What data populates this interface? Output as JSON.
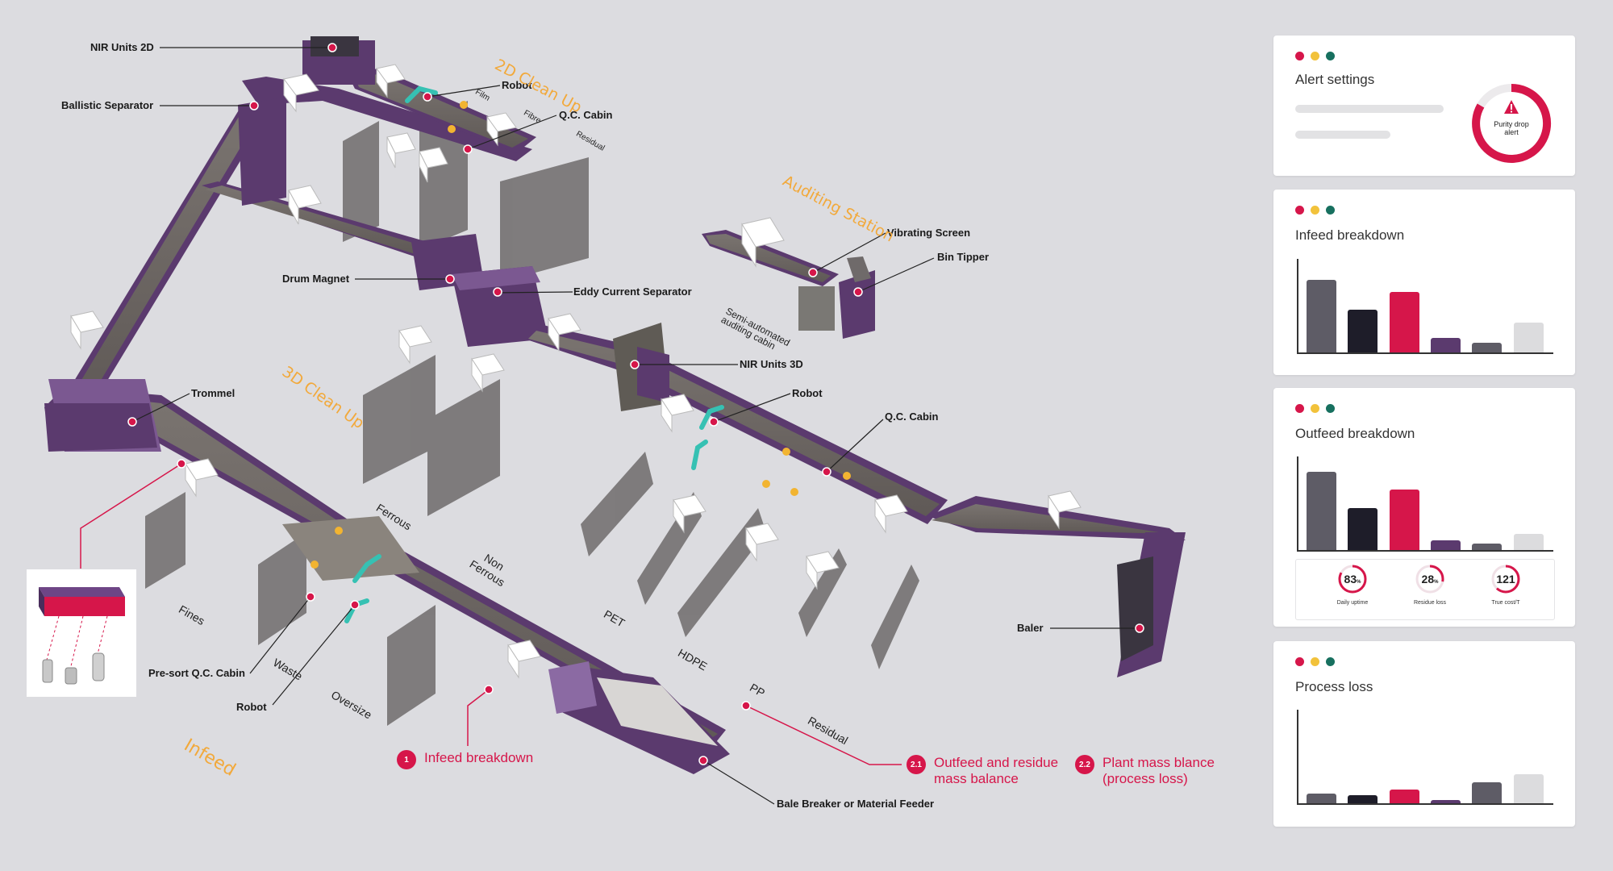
{
  "diagram": {
    "callouts": [
      {
        "id": "nir2d",
        "text": "NIR Units 2D"
      },
      {
        "id": "ballistic",
        "text": "Ballistic Separator"
      },
      {
        "id": "robot1",
        "text": "Robot"
      },
      {
        "id": "qc1",
        "text": "Q.C. Cabin"
      },
      {
        "id": "drum",
        "text": "Drum Magnet"
      },
      {
        "id": "eddy",
        "text": "Eddy Current Separator"
      },
      {
        "id": "nir3d",
        "text": "NIR Units 3D"
      },
      {
        "id": "trommel",
        "text": "Trommel"
      },
      {
        "id": "robot2",
        "text": "Robot"
      },
      {
        "id": "qc2",
        "text": "Q.C. Cabin"
      },
      {
        "id": "vibrating",
        "text": "Vibrating Screen"
      },
      {
        "id": "bintipper",
        "text": "Bin Tipper"
      },
      {
        "id": "baler",
        "text": "Baler"
      },
      {
        "id": "presort",
        "text": "Pre-sort Q.C. Cabin"
      },
      {
        "id": "robot3",
        "text": "Robot"
      },
      {
        "id": "balebreaker",
        "text": "Bale Breaker or Material Feeder"
      }
    ],
    "zones": {
      "cleanup2d": "2D Clean Up",
      "auditing": "Auditing Station",
      "cleanup3d": "3D Clean Up",
      "infeed": "Infeed"
    },
    "materials": {
      "film": "Film",
      "fibre": "Fibre",
      "residual_top": "Residual",
      "ferrous": "Ferrous",
      "nonferrous": "Non Ferrous",
      "fines": "Fines",
      "waste": "Waste",
      "oversize": "Oversize",
      "pet": "PET",
      "hdpe": "HDPE",
      "pp": "PP",
      "residual": "Residual",
      "semi_auto": "Semi-automated auditing cabin"
    },
    "legend": [
      {
        "num": "1",
        "text": "Infeed breakdown"
      },
      {
        "num": "2.1",
        "text": "Outfeed and residue mass balance"
      },
      {
        "num": "2.2",
        "text": "Plant mass blance (process loss)"
      }
    ]
  },
  "panels": {
    "dot_colors": [
      "#d6164a",
      "#f2c23b",
      "#17705f"
    ],
    "alert": {
      "title": "Alert settings",
      "badge": "Purity drop alert",
      "icon": "warning-icon"
    },
    "infeed": {
      "title": "Infeed breakdown",
      "chart_data": {
        "type": "bar",
        "categories": [
          "",
          "",
          "",
          "",
          "",
          ""
        ],
        "values": [
          80,
          47,
          67,
          16,
          11,
          33
        ],
        "colors": [
          "#5e5c66",
          "#1e1d29",
          "#d6164a",
          "#5b3a6e",
          "#5e5c66",
          "#dcdcde"
        ],
        "ylim": [
          0,
          100
        ]
      }
    },
    "outfeed": {
      "title": "Outfeed breakdown",
      "chart_data": {
        "type": "bar",
        "categories": [
          "",
          "",
          "",
          "",
          "",
          ""
        ],
        "values": [
          87,
          46,
          67,
          11,
          7,
          18
        ],
        "colors": [
          "#5e5c66",
          "#1e1d29",
          "#d6164a",
          "#5b3a6e",
          "#5e5c66",
          "#dcdcde"
        ],
        "ylim": [
          0,
          100
        ]
      },
      "kpis": [
        {
          "value": "83",
          "unit": "%",
          "label": "Daily uptime",
          "pct": 0.83
        },
        {
          "value": "28",
          "unit": "%",
          "label": "Residue loss",
          "pct": 0.28
        },
        {
          "value": "121",
          "unit": "",
          "label": "True cost/T",
          "pct": 0.62
        }
      ]
    },
    "process": {
      "title": "Process loss",
      "chart_data": {
        "type": "bar",
        "categories": [
          "",
          "",
          "",
          "",
          "",
          ""
        ],
        "values": [
          11,
          9,
          15,
          4,
          23,
          32
        ],
        "colors": [
          "#5e5c66",
          "#1e1d29",
          "#d6164a",
          "#5b3a6e",
          "#5e5c66",
          "#dcdcde"
        ],
        "ylim": [
          0,
          100
        ]
      }
    }
  }
}
